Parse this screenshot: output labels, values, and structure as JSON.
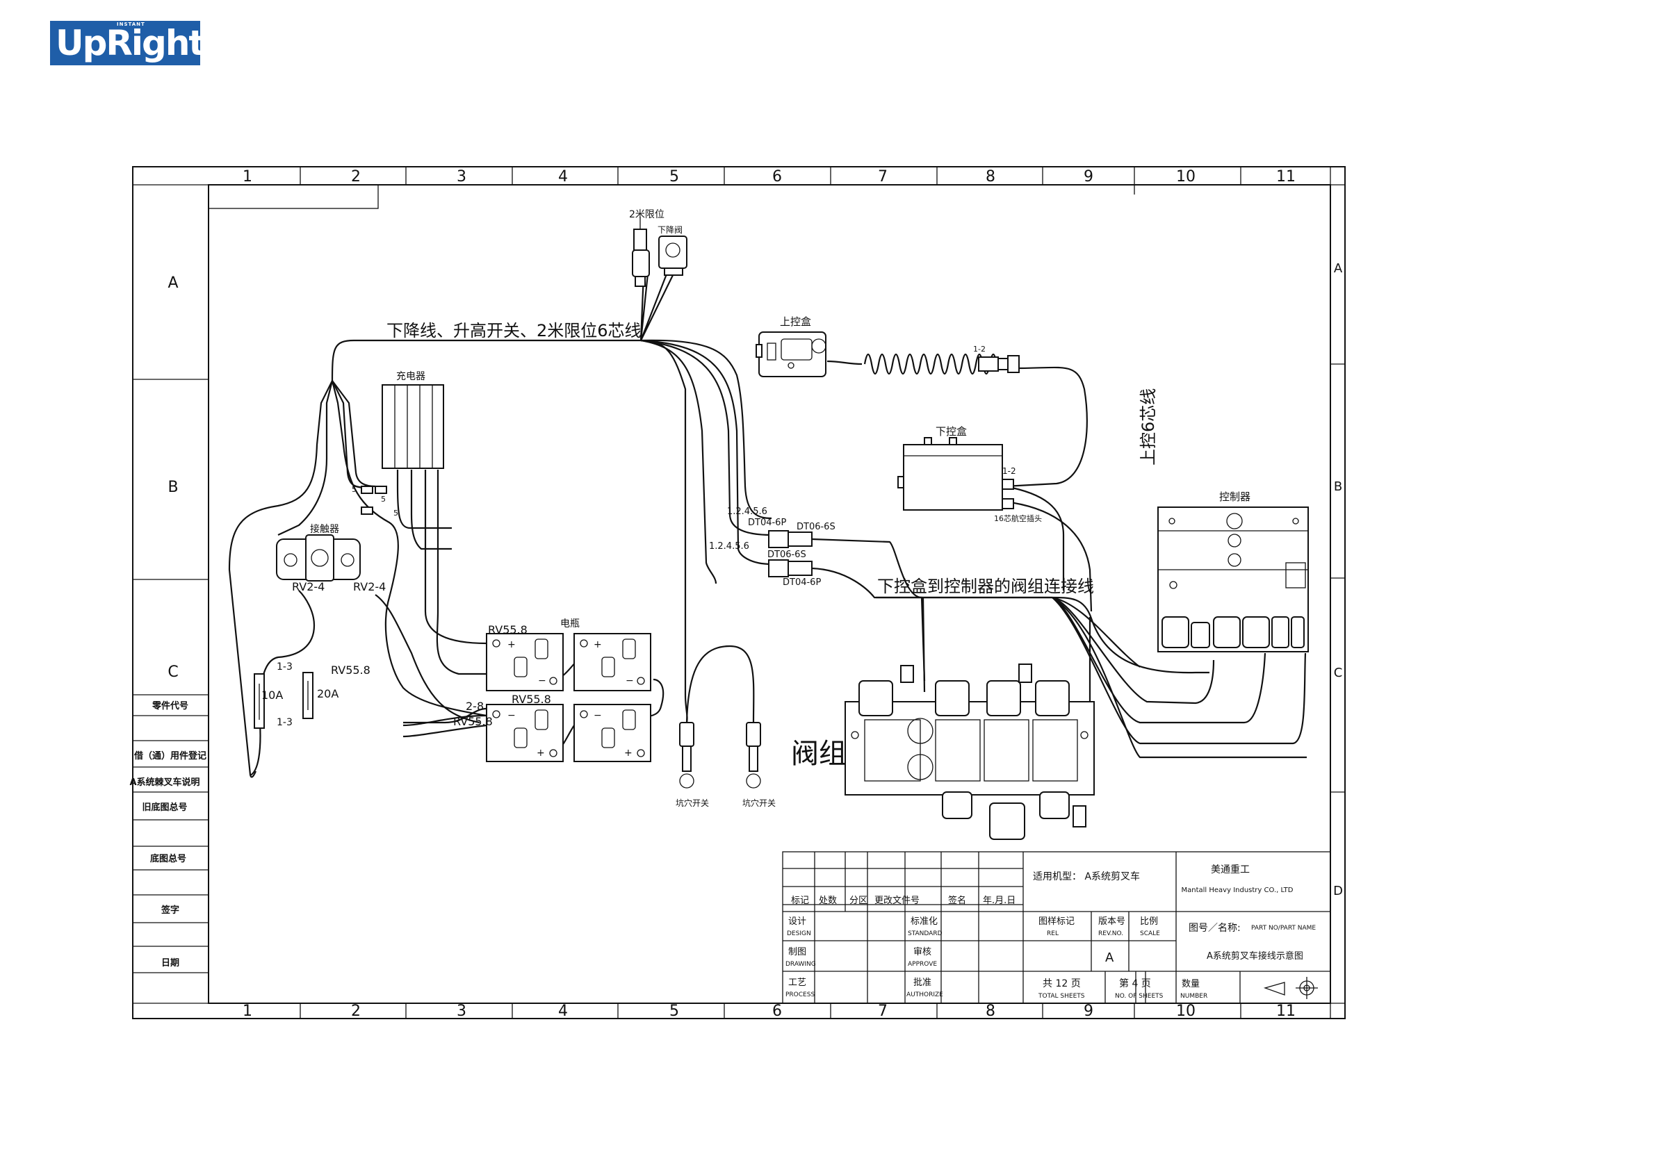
{
  "logo": {
    "brand": "UpRight",
    "tag": "INSTANT"
  },
  "frame": {
    "col_labels": [
      "1",
      "2",
      "3",
      "4",
      "5",
      "6",
      "7",
      "8",
      "9",
      "10",
      "11"
    ],
    "row_labels": [
      "A",
      "B",
      "C",
      "D"
    ]
  },
  "left_panel": [
    "零件代号",
    "借（通）用件登记",
    "A系统棘叉车说明",
    "旧底图总号",
    "底图总号",
    "签字",
    "日期"
  ],
  "components": {
    "limit2m": "2米限位",
    "lower_valve": "下降阀",
    "cable6": "下降线、升高开关、2米限位6芯线",
    "upper_box": "上控盒",
    "up_cable": "上控6芯线",
    "lower_box": "下控盒",
    "charger": "充电器",
    "contactor": "接触器",
    "battery": "电瓶",
    "controller": "控制器",
    "valve_group": "阀组",
    "pothole1": "坑穴开关",
    "pothole2": "坑穴开关",
    "harness": "下控盒到控制器的阀组连接线",
    "connector_label": "16芯航空插头"
  },
  "labels": {
    "n1": "1.2.4.5.6",
    "dt04a": "DT04-6P",
    "dt06a": "DT06-6S",
    "n2": "1.2.4.5.6",
    "dt06b": "DT06-6S",
    "dt04b": "DT04-6P",
    "rv24a": "RV2-4",
    "rv24b": "RV2-4",
    "rv558a": "RV55.8",
    "rv558b": "RV55.8",
    "rv558c": "RV55.8",
    "rv558d": "RV55.8",
    "r28": "2-8",
    "f13a": "1-3",
    "f13b": "1-3",
    "fuse10": "10A",
    "fuse20": "20A",
    "t1": "1-2",
    "t2": "1-2",
    "p5a": "5",
    "p5b": "5",
    "p5c": "5",
    "plus1": "+",
    "minus1": "−",
    "plus2": "+",
    "minus2": "−",
    "plus3": "+",
    "minus3": "−",
    "plus4": "+",
    "minus4": "−"
  },
  "title_block": {
    "applicable_model": "适用机型： A系统剪叉车",
    "company": "美通重工",
    "company_en": "Mantall Heavy Industry CO., LTD",
    "h_mark": "标记",
    "h_count": "处数",
    "h_zone": "分区",
    "h_doc": "更改文件号",
    "h_sign": "签名",
    "h_date": "年.月.日",
    "design": "设计",
    "design_en": "DESIGN",
    "drawing": "制图",
    "drawing_en": "DRAWING",
    "process": "工艺",
    "process_en": "PROCESS",
    "standard": "标准化",
    "standard_en": "STANDARD",
    "approve": "审核",
    "approve_en": "APPROVE",
    "authorize": "批准",
    "authorize_en": "AUTHORIZE",
    "rel": "图样标记",
    "rel_en": "REL",
    "rev": "版本号",
    "rev_en": "REV.NO.",
    "scale": "比例",
    "scale_en": "SCALE",
    "rev_value": "A",
    "part_no": "图号／名称:",
    "part_no_en": "PART NO/PART NAME",
    "part_name": "A系统剪叉车接线示意图",
    "total_sheets": "共 12 页",
    "total_en": "TOTAL SHEETS",
    "sheet_no": "第 4 页",
    "sheet_en": "NO. OF SHEETS",
    "qty": "数量",
    "qty_en": "NUMBER"
  }
}
